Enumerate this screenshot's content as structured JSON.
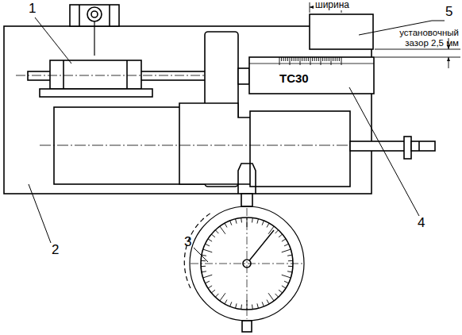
{
  "diagram": {
    "labels": [
      "1",
      "2",
      "3",
      "4",
      "5",
      "ширина",
      "установочный зазор 2,5 мм",
      "ТС30"
    ]
  }
}
